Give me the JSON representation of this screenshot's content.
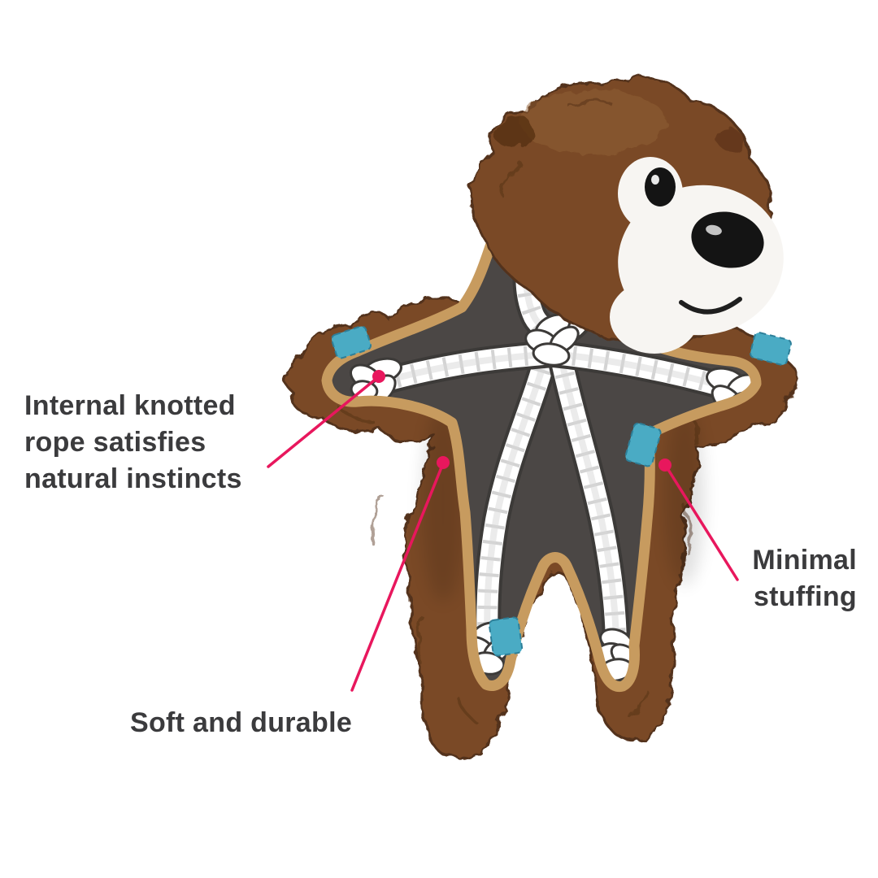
{
  "colors": {
    "accent": "#e8175d",
    "text": "#3b3b3d",
    "background": "#ffffff",
    "fur": "#7a4a26",
    "fur_dark": "#5c3416",
    "trim": "#c79b5f",
    "interior": "#4b4745",
    "rope": "#ffffff",
    "patch": "#4aabc4",
    "nose": "#141414"
  },
  "callouts": {
    "internal_rope": {
      "text": "Internal knotted\nrope satisfies\nnatural instincts"
    },
    "minimal_stuffing": {
      "text": "Minimal\nstuffing"
    },
    "soft_durable": {
      "text": "Soft and durable"
    }
  }
}
